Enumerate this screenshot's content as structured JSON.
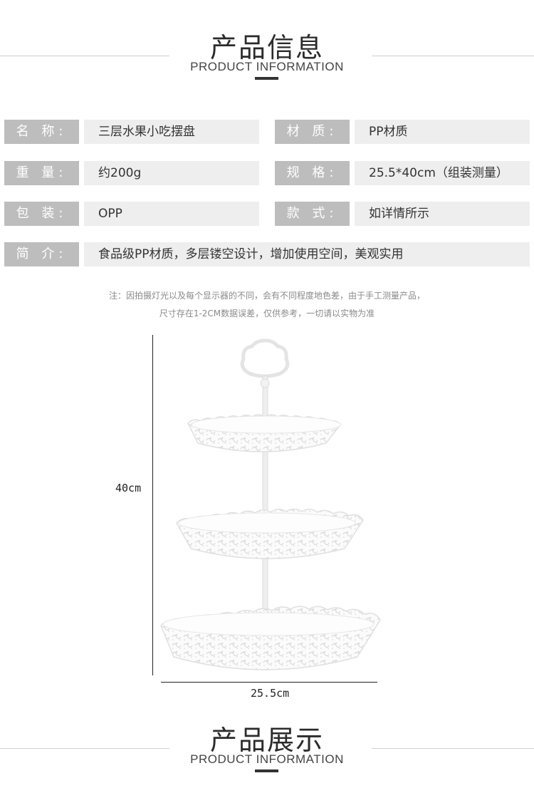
{
  "header": {
    "title_cn": "产品信息",
    "title_en": "PRODUCT INFORMATION"
  },
  "info_rows": [
    {
      "label": "名 称:",
      "value": "三层水果小吃摆盘",
      "label2": "材 质:",
      "value2": "PP材质"
    },
    {
      "label": "重 量:",
      "value": "约200g",
      "label2": "规 格:",
      "value2": "25.5*40cm（组装测量）"
    },
    {
      "label": "包 装:",
      "value": "OPP",
      "label2": "款 式:",
      "value2": "如详情所示"
    },
    {
      "label": "简 介:",
      "value": "食品级PP材质，多层镂空设计，增加使用空间，美观实用"
    }
  ],
  "note": {
    "line1": "注：因拍摄灯光以及每个显示器的不同，会有不同程度地色差，由于手工测量产品，",
    "line2": "尺寸存在1-2CM数据误差，仅供参考，一切请以实物为准"
  },
  "dimensions": {
    "height": "40cm",
    "width": "25.5cm"
  },
  "footer": {
    "title_cn": "产品展示",
    "title_en": "PRODUCT INFORMATION"
  },
  "colors": {
    "label_bg": "#bdbdbd",
    "value_bg": "#eeeeee",
    "accent": "#333333"
  }
}
